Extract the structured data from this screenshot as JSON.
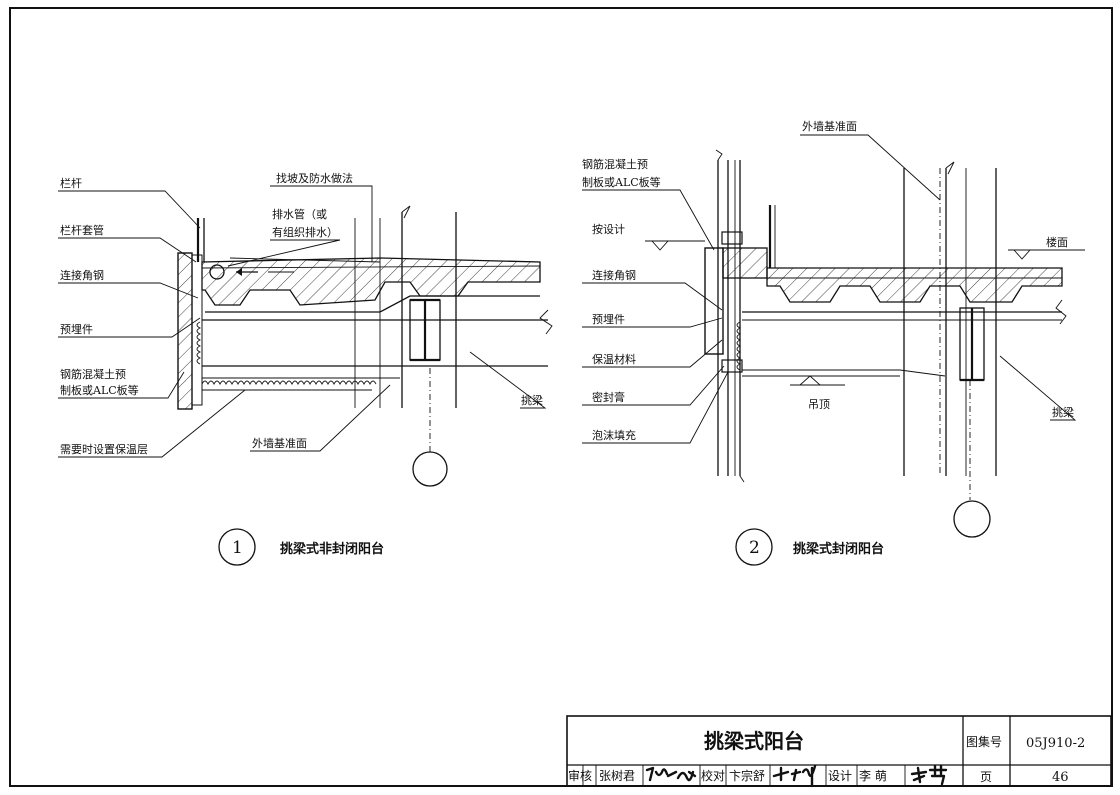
{
  "drawing": {
    "detail1": {
      "number": "1",
      "caption": "挑梁式非封闭阳台",
      "labels": {
        "railing": "栏杆",
        "railing_sleeve": "栏杆套管",
        "angle_steel": "连接角钢",
        "embedded_part": "预埋件",
        "precast_line1": "钢筋混凝土预",
        "precast_line2": "制板或ALC板等",
        "insulation": "需要时设置保温层",
        "slope_waterproof": "找坡及防水做法",
        "drain_line1": "排水管（或",
        "drain_line2": "有组织排水）",
        "wall_datum": "外墙基准面",
        "cantilever_beam": "挑梁"
      }
    },
    "detail2": {
      "number": "2",
      "caption": "挑梁式封闭阳台",
      "labels": {
        "precast_line1": "钢筋混凝土预",
        "precast_line2": "制板或ALC板等",
        "by_design": "按设计",
        "angle_steel": "连接角钢",
        "embedded_part": "预埋件",
        "insulation_material": "保温材料",
        "sealant": "密封膏",
        "foam_fill": "泡沫填充",
        "wall_datum": "外墙基准面",
        "floor_level": "楼面",
        "ceiling": "吊顶",
        "cantilever_beam": "挑梁"
      }
    }
  },
  "title_block": {
    "title": "挑梁式阳台",
    "atlas_label": "图集号",
    "atlas_no": "05J910-2",
    "page_label": "页",
    "page_no": "46",
    "review_label": "审核",
    "reviewer": "张树君",
    "check_label": "校对",
    "checker": "卞宗舒",
    "design_label": "设计",
    "designer": "李  萌"
  }
}
